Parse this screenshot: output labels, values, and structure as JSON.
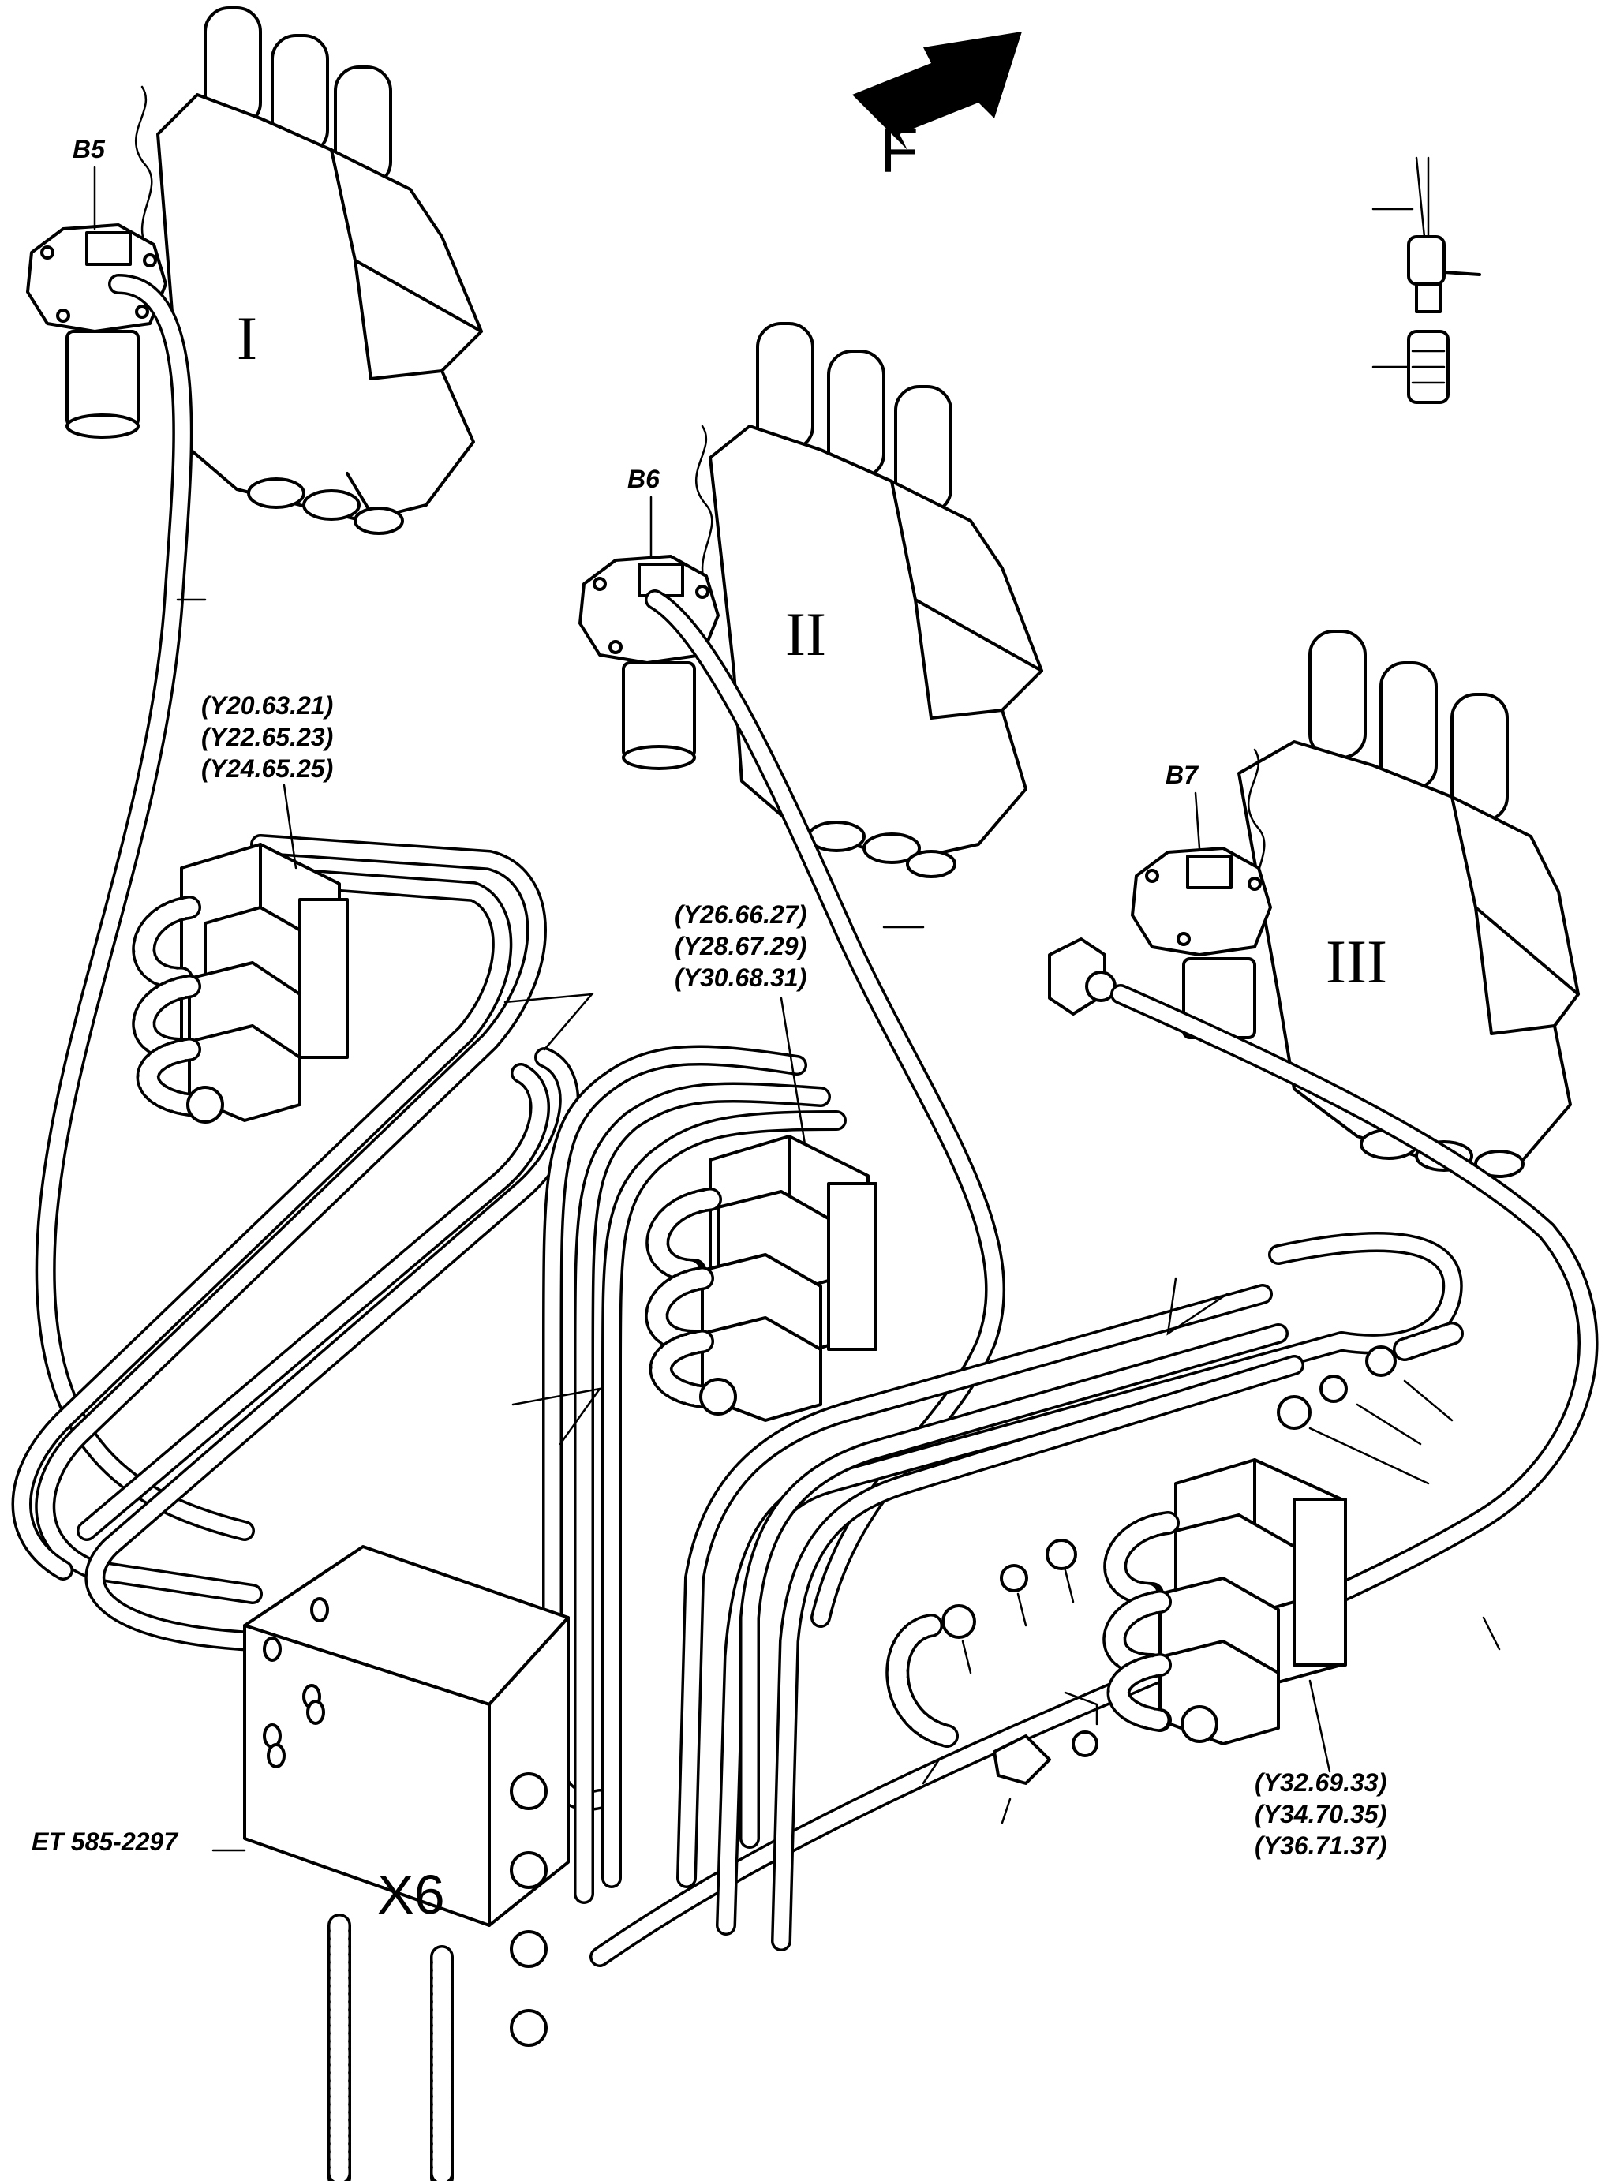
{
  "arrow_label": "F",
  "valves": {
    "I": {
      "roman": "I",
      "sensor": "B5"
    },
    "II": {
      "roman": "II",
      "sensor": "B6"
    },
    "III": {
      "roman": "III",
      "sensor": "B7"
    }
  },
  "solenoid_groups": {
    "g1": [
      "(Y20.63.21)",
      "(Y22.65.23)",
      "(Y24.65.25)"
    ],
    "g2": [
      "(Y26.66.27)",
      "(Y28.67.29)",
      "(Y30.68.31)"
    ],
    "g3": [
      "(Y32.69.33)",
      "(Y34.70.35)",
      "(Y36.71.37)"
    ]
  },
  "junction_box": {
    "label": "X6",
    "part_number": "ET 585-2297"
  }
}
